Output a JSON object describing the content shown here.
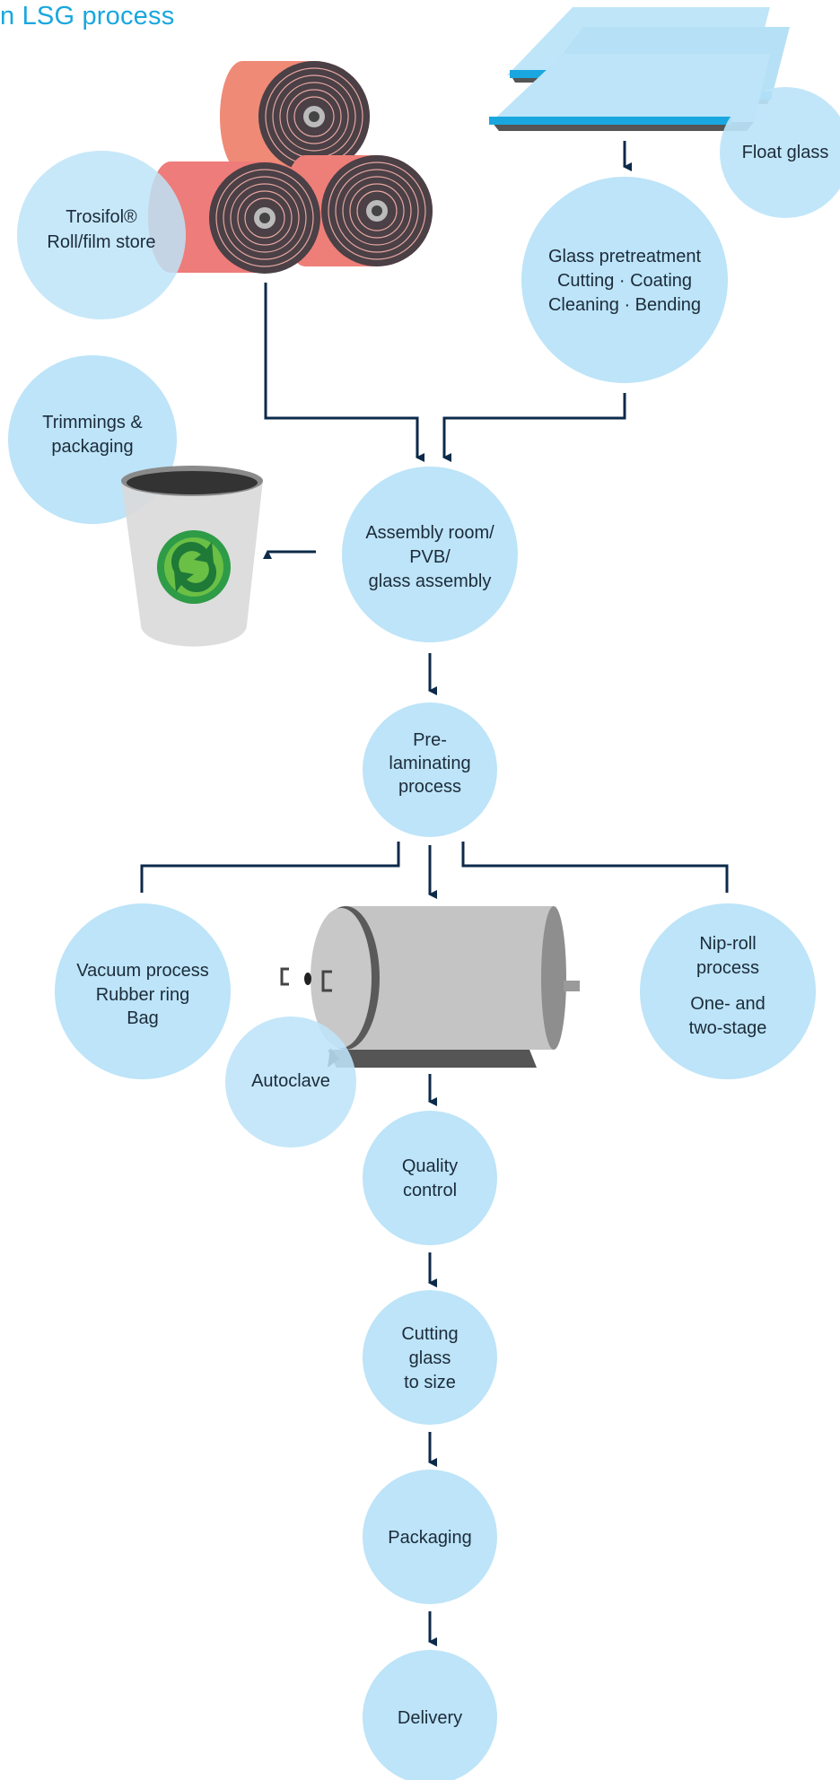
{
  "diagram": {
    "title": "n LSG process",
    "nodes": {
      "float_glass": [
        "Float glass"
      ],
      "roll_store": [
        "Trosifol®",
        "Roll/film store"
      ],
      "glass_pretreatment": [
        "Glass pretreatment",
        "Cutting · Coating",
        "Cleaning · Bending"
      ],
      "trimmings": [
        "Trimmings &",
        "packaging"
      ],
      "assembly": [
        "Assembly room/",
        "PVB/",
        "glass assembly"
      ],
      "prelaminating": [
        "Pre-",
        "laminating",
        "process"
      ],
      "vacuum": [
        "Vacuum process",
        "Rubber ring",
        "Bag"
      ],
      "nip_roll": [
        "Nip-roll",
        "process",
        "",
        "One- and",
        "two-stage"
      ],
      "autoclave": [
        "Autoclave"
      ],
      "quality": [
        "Quality",
        "control"
      ],
      "cutting": [
        "Cutting",
        "glass",
        "to size"
      ],
      "packaging": [
        "Packaging"
      ],
      "delivery": [
        "Delivery"
      ]
    },
    "icons": [
      "film-rolls-icon",
      "glass-panes-icon",
      "recycle-bin-icon",
      "autoclave-icon"
    ],
    "colors": {
      "bubble": "#bde4f8",
      "title": "#19a7dd",
      "connector": "#0c2a4a",
      "text": "#1c2b3a",
      "glass_blue": "#1aa7e0",
      "roll": "#ef8a76",
      "recycle_green": "#2e9b47"
    }
  }
}
